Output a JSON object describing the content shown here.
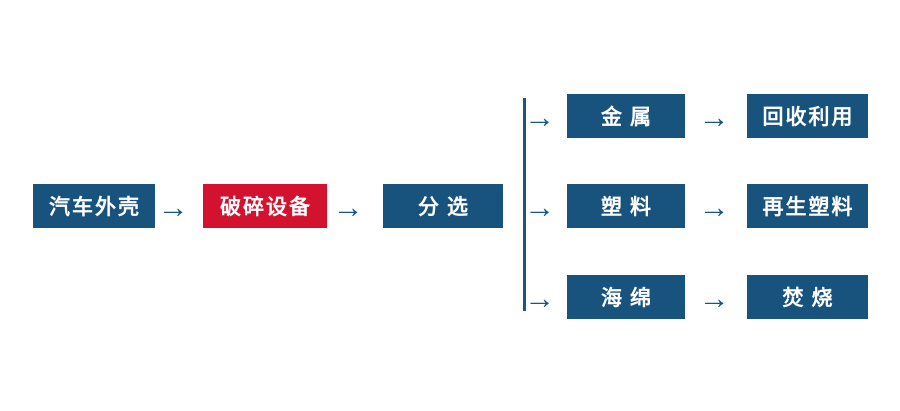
{
  "colors": {
    "canvas_bg": "#ffffff",
    "box_blue": "#17537C",
    "box_red": "#D2122E",
    "line_blue": "#1A567F",
    "text_white": "#ffffff"
  },
  "flow": {
    "arrow_glyph": "→",
    "main_nodes": [
      {
        "label": "汽车外壳"
      },
      {
        "label": "破碎设备"
      },
      {
        "label": "分选"
      }
    ],
    "branches": [
      {
        "material": "金属",
        "outcome": "回收利用"
      },
      {
        "material": "塑料",
        "outcome": "再生塑料"
      },
      {
        "material": "海绵",
        "outcome": "焚烧"
      }
    ]
  }
}
